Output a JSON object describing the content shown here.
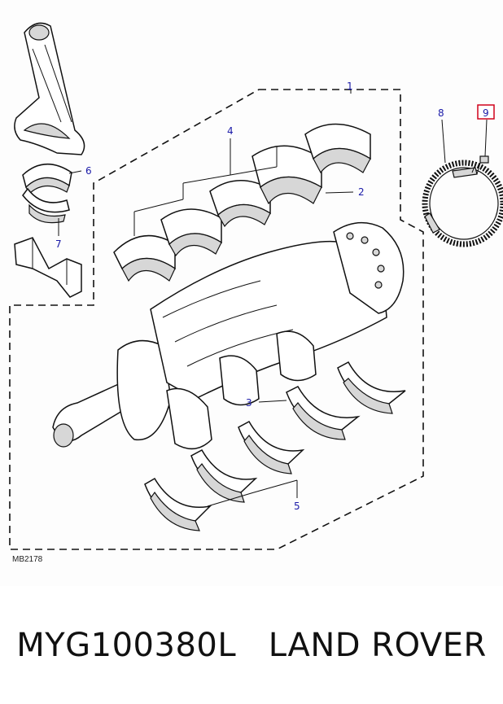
{
  "diagram": {
    "callouts": [
      {
        "id": "1",
        "label": "1"
      },
      {
        "id": "2",
        "label": "2"
      },
      {
        "id": "3",
        "label": "3"
      },
      {
        "id": "4",
        "label": "4"
      },
      {
        "id": "5",
        "label": "5"
      },
      {
        "id": "6",
        "label": "6"
      },
      {
        "id": "7",
        "label": "7"
      },
      {
        "id": "8",
        "label": "8"
      },
      {
        "id": "9",
        "label": "9",
        "highlighted": true
      }
    ],
    "reference_code": "MB2178",
    "callout_color": "#1a1aa8",
    "highlight_color": "#d0021b"
  },
  "caption": {
    "part_number": "MYG100380L",
    "brand": "LAND ROVER"
  }
}
